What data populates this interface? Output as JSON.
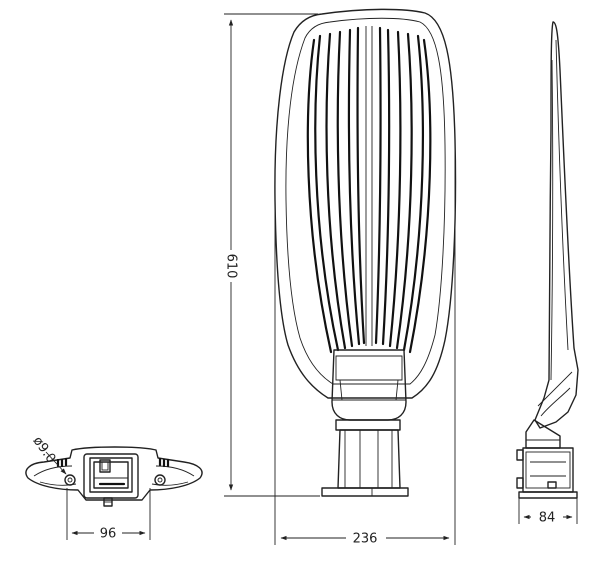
{
  "drawing": {
    "dimensions": {
      "height": "610",
      "width_front": "236",
      "width_side": "84",
      "width_bottom": "96",
      "hole_diameter": "ø9.0"
    }
  }
}
